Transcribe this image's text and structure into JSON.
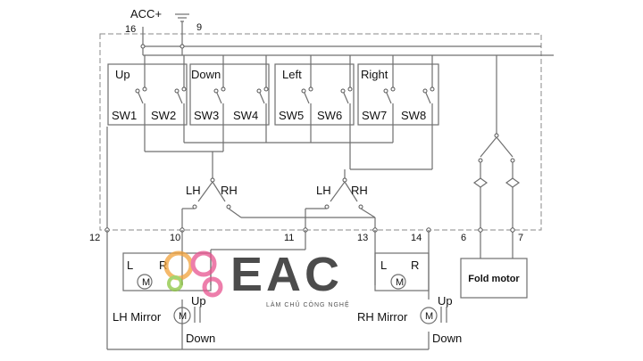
{
  "terminals": {
    "acc": "ACC+",
    "t16": "16",
    "t9": "9",
    "t12": "12",
    "t10": "10",
    "t11": "11",
    "t13": "13",
    "t14": "14",
    "t6": "6",
    "t7": "7"
  },
  "switch_groups": {
    "up": "Up",
    "down": "Down",
    "left": "Left",
    "right": "Right"
  },
  "switches": [
    "SW1",
    "SW2",
    "SW3",
    "SW4",
    "SW5",
    "SW6",
    "SW7",
    "SW8"
  ],
  "selector": {
    "lh1": "LH",
    "rh1": "RH",
    "lh2": "LH",
    "rh2": "RH"
  },
  "lh_mirror": {
    "label": "LH Mirror",
    "lr": "L",
    "rr": "R",
    "up": "Up",
    "down": "Down"
  },
  "rh_mirror": {
    "label": "RH Mirror",
    "lr": "L",
    "rr": "R",
    "up": "Up",
    "down": "Down"
  },
  "motor_symbol": "M",
  "fold_motor": "Fold motor",
  "watermark": {
    "brand": "EAC",
    "tagline": "LÀM CHỦ CÔNG NGHỆ",
    "colors": {
      "orange": "#f2a23a",
      "pink": "#e8548f",
      "green": "#8cc63f",
      "navy": "#3b4a8c"
    }
  }
}
